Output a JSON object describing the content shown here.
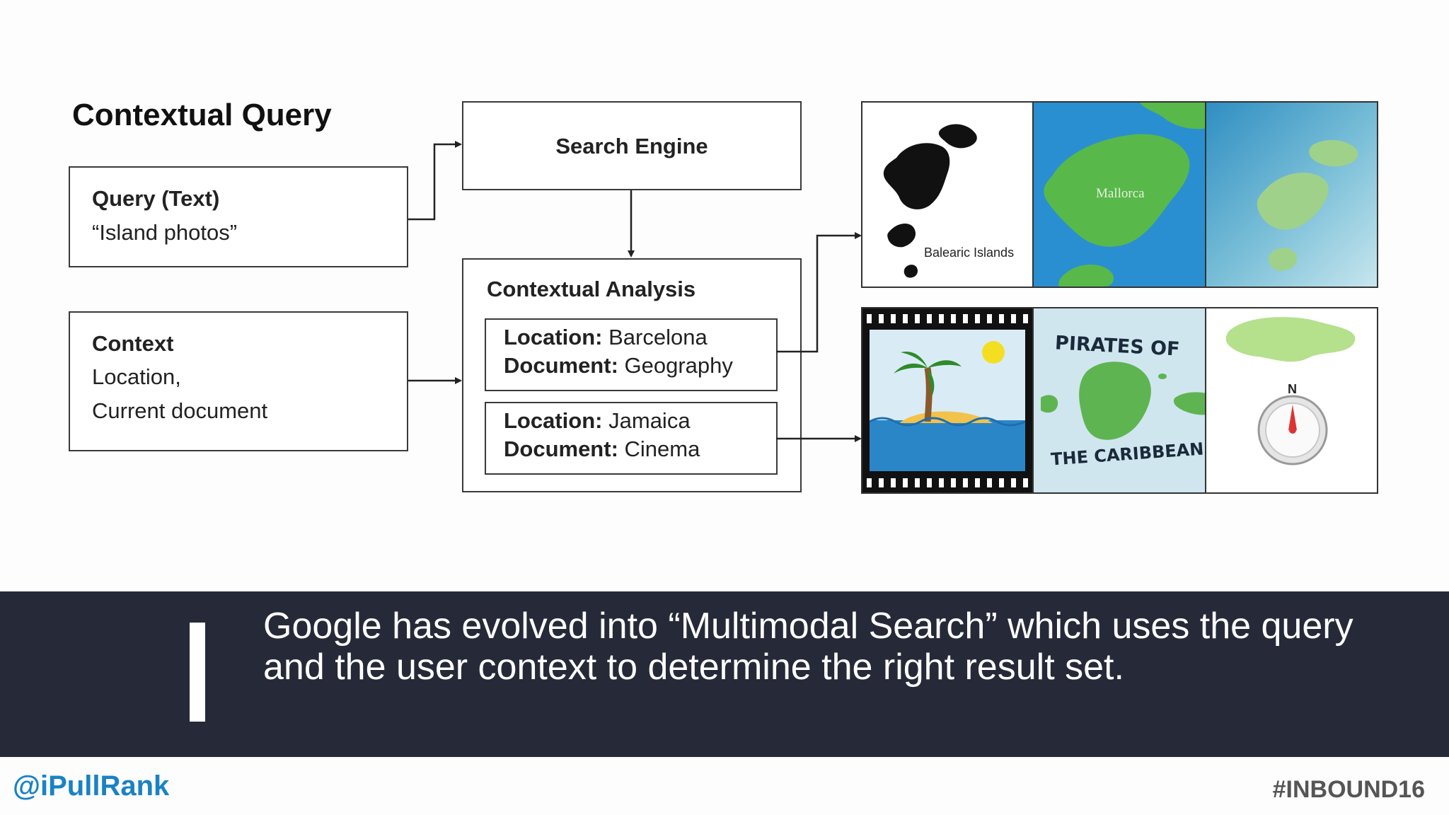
{
  "diagram": {
    "title": "Contextual Query",
    "query_box": {
      "label": "Query (Text)",
      "value": "“Island photos”"
    },
    "context_box": {
      "label": "Context",
      "line1": "Location,",
      "line2": "Current document"
    },
    "search_engine": "Search Engine",
    "analysis": {
      "title": "Contextual Analysis",
      "case1": {
        "loc_label": "Location:",
        "loc_value": "Barcelona",
        "doc_label": "Document:",
        "doc_value": "Geography"
      },
      "case2": {
        "loc_label": "Location:",
        "loc_value": "Jamaica",
        "doc_label": "Document:",
        "doc_value": "Cinema"
      }
    },
    "results_row1": {
      "map_label": "Balearic Islands",
      "island_label": "Mallorca"
    },
    "results_row2": {
      "poster_line1": "PIRATES OF",
      "poster_line2": "THE CARIBBEAN",
      "compass_letter": "N"
    }
  },
  "banner": {
    "text": "Google has evolved into “Multimodal Search” which uses the query and the user context to determine the right result set."
  },
  "footer": {
    "handle": "@iPullRank",
    "hashtag": "#INBOUND16"
  },
  "colors": {
    "banner_bg": "#262a38",
    "handle": "#1a82c4",
    "sea": "#2a8fd0",
    "land": "#58b94a"
  }
}
